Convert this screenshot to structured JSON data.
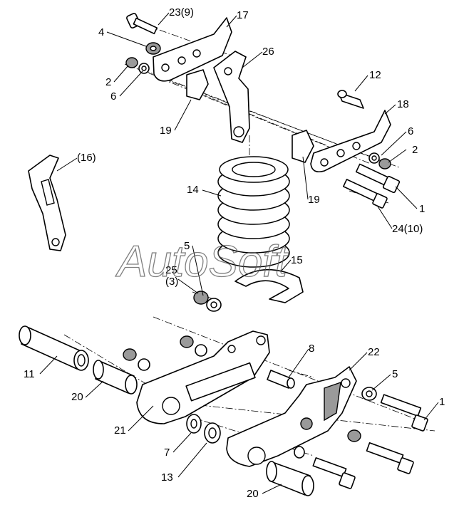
{
  "watermark": "AutoSoft",
  "callouts": {
    "c23": "23(9)",
    "c17": "17",
    "c4": "4",
    "c26": "26",
    "c2a": "2",
    "c6a": "6",
    "c12": "12",
    "c18": "18",
    "c19a": "19",
    "c16": "(16)",
    "c6b": "6",
    "c2b": "2",
    "c14": "14",
    "c19b": "19",
    "c1a": "1",
    "c24": "24(10)",
    "c5a": "5",
    "c15": "15",
    "c25a": "25",
    "c25b": "(3)",
    "c8": "8",
    "c22": "22",
    "c11": "11",
    "c5b": "5",
    "c20a": "20",
    "c1b": "1",
    "c21": "21",
    "c7": "7",
    "c13": "13",
    "c20b": "20"
  }
}
